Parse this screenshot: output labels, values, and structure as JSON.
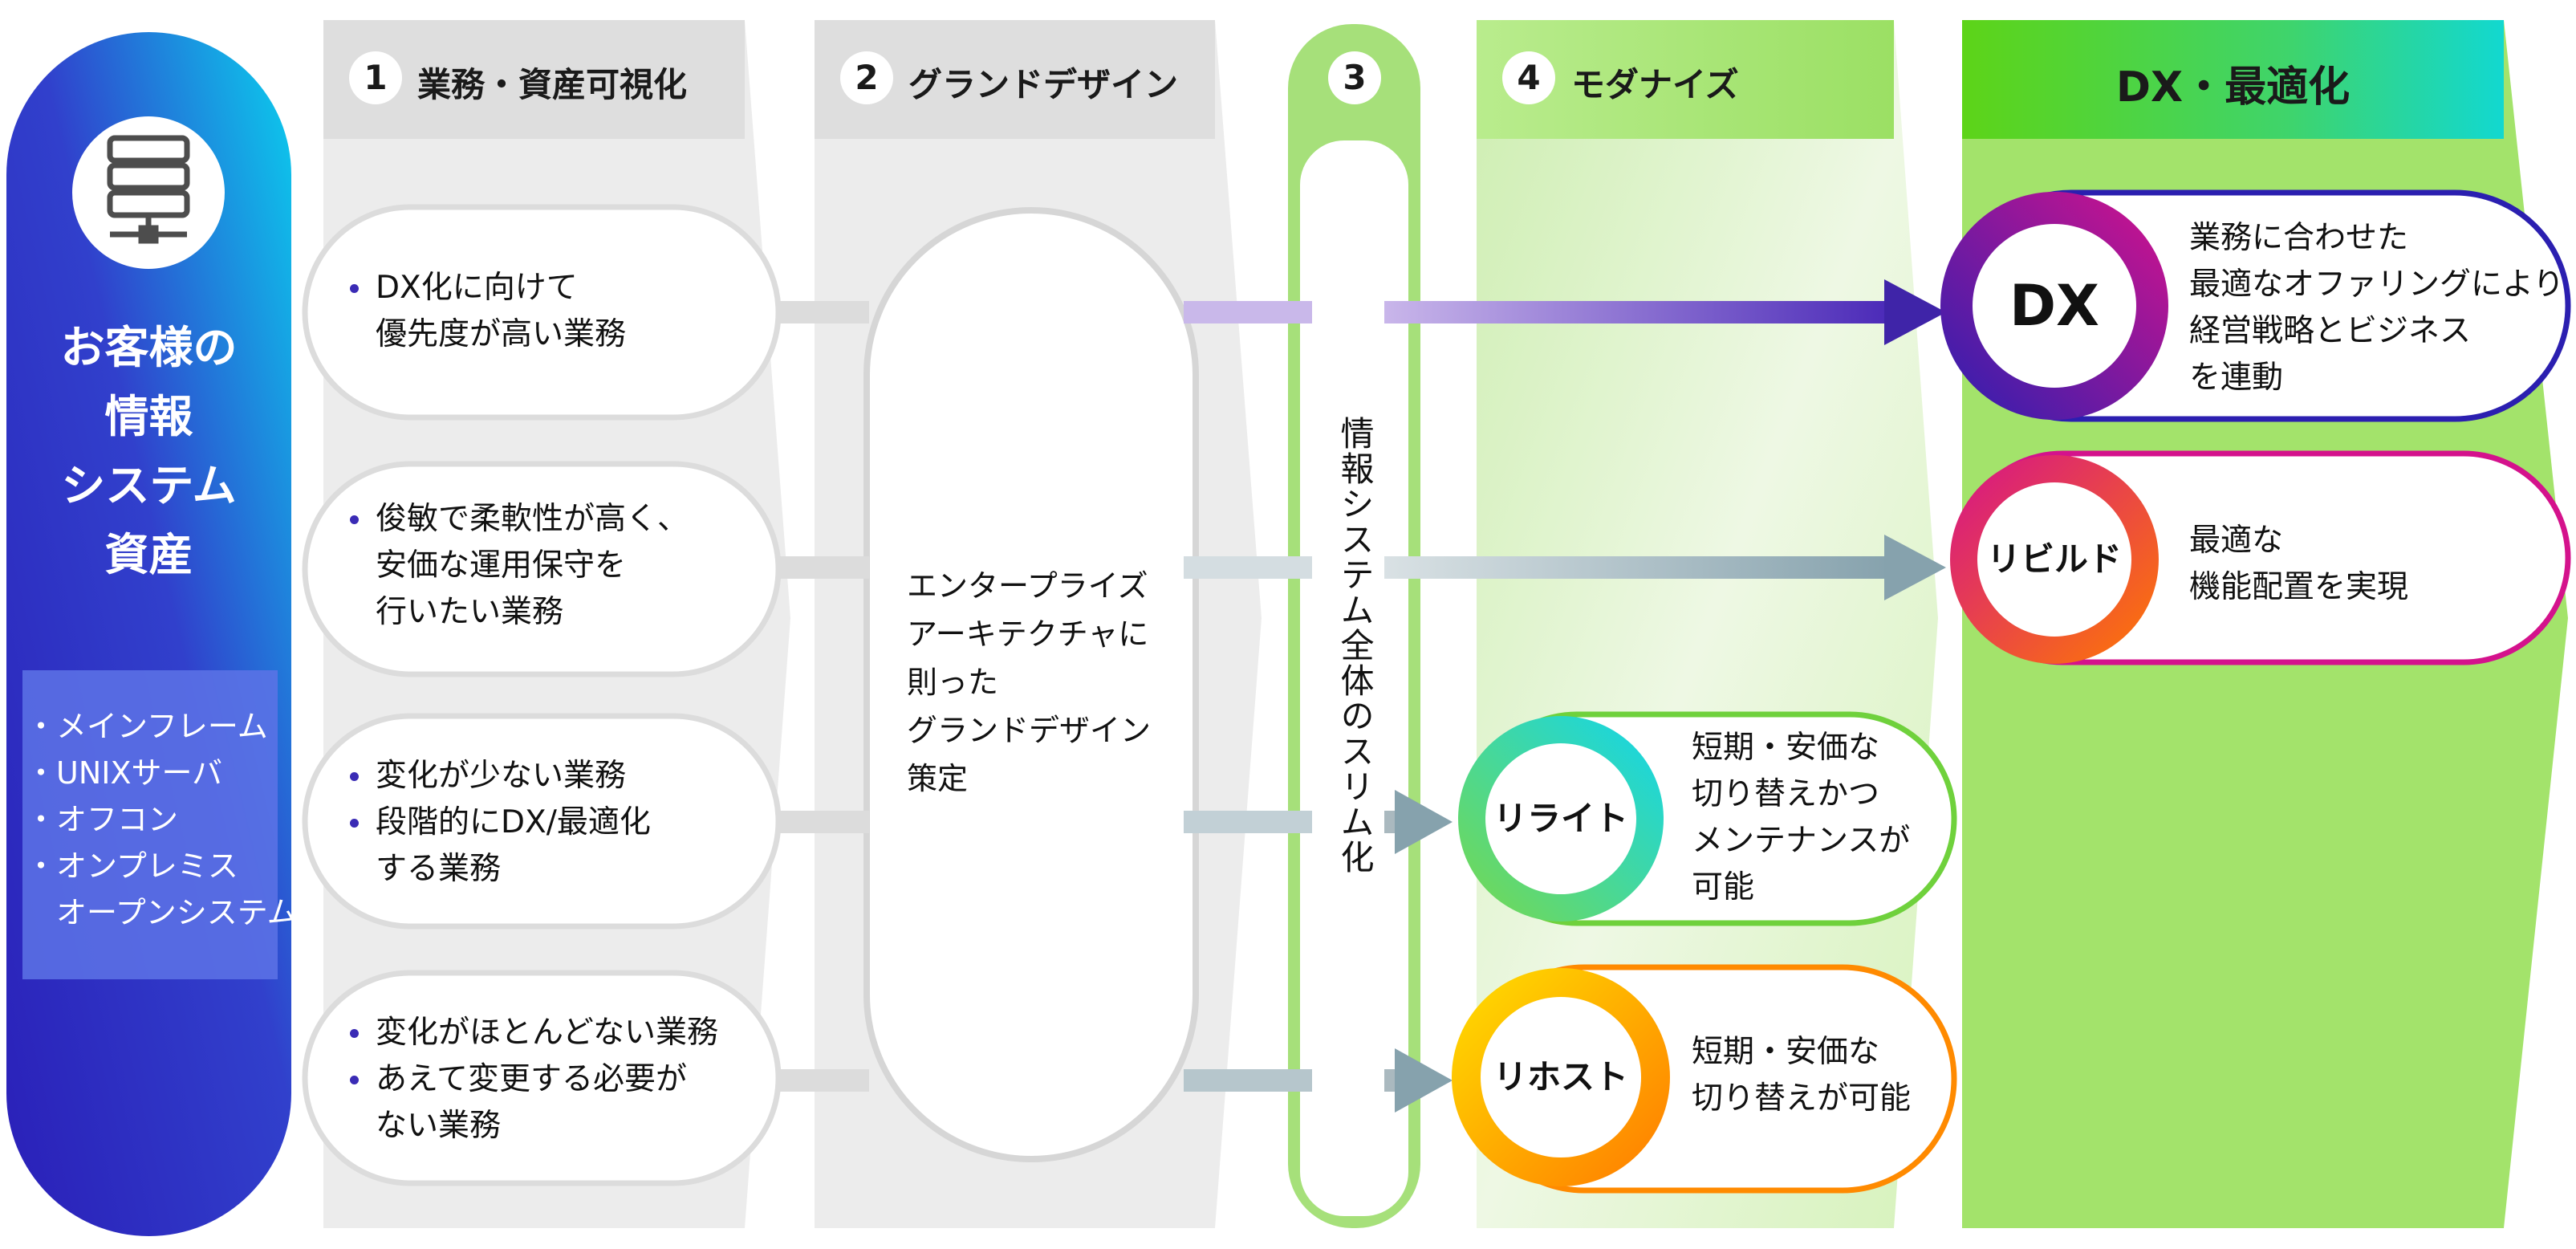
{
  "left_panel": {
    "title_lines": [
      "お客様の",
      "情報",
      "システム",
      "資産"
    ],
    "systems": [
      "・メインフレーム",
      "・UNIXサーバ",
      "・オフコン",
      "・オンプレミス",
      "　オープンシステム"
    ]
  },
  "steps": [
    {
      "num": "1",
      "label": "業務・資産可視化"
    },
    {
      "num": "2",
      "label": "グランドデザイン"
    },
    {
      "num": "3",
      "label": ""
    },
    {
      "num": "4",
      "label": "モダナイズ"
    }
  ],
  "final_header": "DX・最適化",
  "business_rows": [
    [
      "DX化に向けて",
      "優先度が高い業務"
    ],
    [
      "俊敏で柔軟性が高く、",
      "安価な運用保守を",
      "行いたい業務"
    ],
    [
      "変化が少ない業務",
      "段階的にDX/最適化",
      "する業務"
    ],
    [
      "変化がほとんどない業務",
      "あえて変更する必要が",
      "ない業務"
    ]
  ],
  "business_row_bullets": [
    [
      true,
      false
    ],
    [
      true,
      false,
      false
    ],
    [
      true,
      true,
      false
    ],
    [
      true,
      true,
      false
    ]
  ],
  "grand_design_text": [
    "エンタープライズ",
    "アーキテクチャに",
    "則った",
    "グランドデザイン",
    "策定"
  ],
  "slim_text": "情報システム全体のスリム化",
  "outcomes": [
    {
      "tag": "DX",
      "lines": [
        "業務に合わせた",
        "最適なオファリングにより",
        "経営戦略とビジネス",
        "を連動"
      ]
    },
    {
      "tag": "リビルド",
      "lines": [
        "最適な",
        "機能配置を実現"
      ]
    },
    {
      "tag": "リライト",
      "lines": [
        "短期・安価な",
        "切り替えかつ",
        "メンテナンスが",
        "可能"
      ]
    },
    {
      "tag": "リホスト",
      "lines": [
        "短期・安価な",
        "切り替えが可能"
      ]
    }
  ],
  "colors": {
    "left_gradient": [
      "#2a1fb8",
      "#0ad0ee"
    ],
    "step_gray": "#e6e6e6",
    "green_light": "#e9f6dc",
    "green_mid": "#a3e36b",
    "dx_gradient": [
      "#2b1fb0",
      "#d4128c"
    ],
    "rebuild_gradient": [
      "#d4128c",
      "#ff7a00"
    ],
    "rewrite_gradient": [
      "#7ad94a",
      "#10d6ee"
    ],
    "rehost_gradient": [
      "#ffe000",
      "#ff7a00"
    ],
    "arrow_purple": "#5a36c4",
    "arrow_gray": "#8ea9b4"
  }
}
